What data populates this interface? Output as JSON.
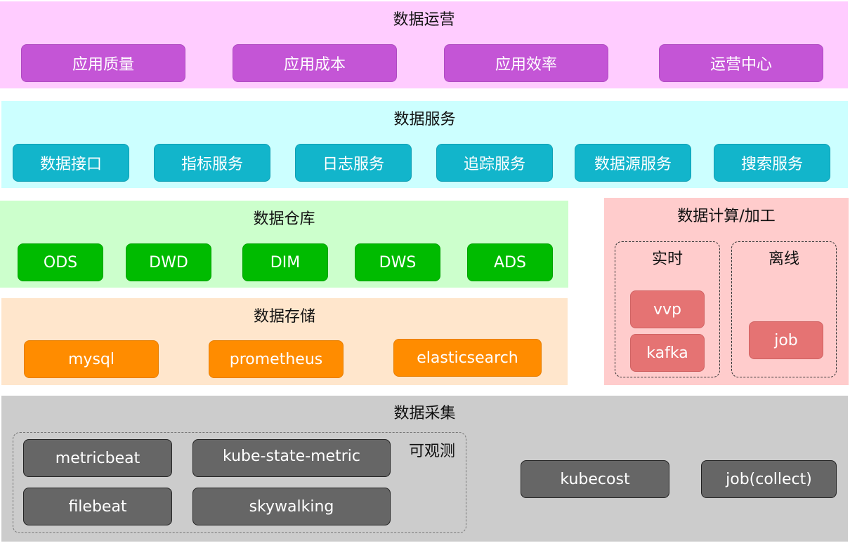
{
  "ops": {
    "title": "数据运营",
    "items": [
      "应用质量",
      "应用成本",
      "应用效率",
      "运营中心"
    ]
  },
  "service": {
    "title": "数据服务",
    "items": [
      "数据接口",
      "指标服务",
      "日志服务",
      "追踪服务",
      "数据源服务",
      "搜索服务"
    ]
  },
  "warehouse": {
    "title": "数据仓库",
    "items": [
      "ODS",
      "DWD",
      "DIM",
      "DWS",
      "ADS"
    ]
  },
  "storage": {
    "title": "数据存储",
    "items": [
      "mysql",
      "prometheus",
      "elasticsearch"
    ]
  },
  "compute": {
    "title": "数据计算/加工",
    "realtime": {
      "title": "实时",
      "items": [
        "vvp",
        "kafka"
      ]
    },
    "offline": {
      "title": "离线",
      "items": [
        "job"
      ]
    }
  },
  "collect": {
    "title": "数据采集",
    "observability_label": "可观测",
    "observability_items": [
      "metricbeat",
      "kube-state-metric",
      "filebeat",
      "skywalking"
    ],
    "other_items": [
      "kubecost",
      "job(collect)"
    ]
  },
  "colors": {
    "ops_bg": "#ffccff",
    "ops_box": "#c455d6",
    "service_bg": "#ccffff",
    "service_box": "#12b5cb",
    "warehouse_bg": "#ccffcc",
    "warehouse_box": "#00bb00",
    "storage_bg": "#ffe6cc",
    "storage_box": "#ff8c00",
    "compute_bg": "#ffcccc",
    "compute_box": "#e57373",
    "collect_bg": "#cccccc",
    "collect_box": "#666666"
  }
}
